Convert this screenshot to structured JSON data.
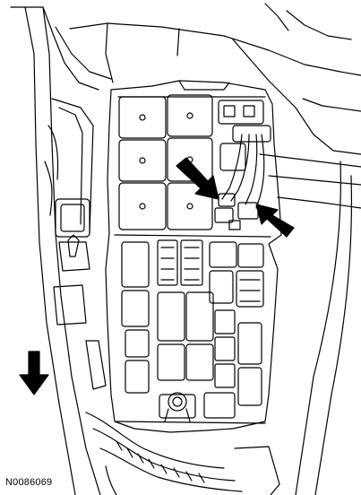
{
  "figure": {
    "code": "N0086069"
  },
  "colors": {
    "line": "#000000",
    "background": "#ffffff",
    "arrow_fill": "#000000"
  },
  "callouts": [
    {
      "name": "pointer-arrow-upper-left",
      "icon": "arrow-pointer"
    },
    {
      "name": "pointer-arrow-right",
      "icon": "arrow-pointer"
    },
    {
      "name": "direction-arrow-down",
      "icon": "arrow-down"
    }
  ]
}
